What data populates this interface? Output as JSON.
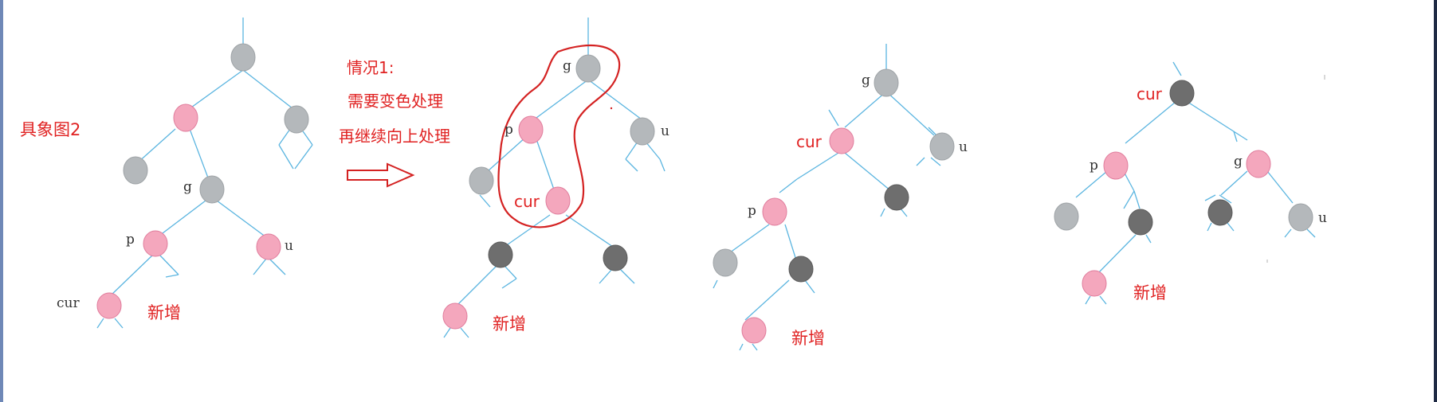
{
  "colors": {
    "line": "#5bb5e0",
    "red_node": "#f4a7bd",
    "red_node_stroke": "#e07c9c",
    "black_node": "#6e6e6e",
    "gray_node": "#b4b8bb",
    "annotation": "#e02222",
    "label": "#333333"
  },
  "texts": {
    "diagram_title": "具象图2",
    "case_title": "情况1:",
    "case_line1": "需要变色处理",
    "case_line2": "再继续向上处理",
    "new_1": "新增",
    "new_2": "新增",
    "new_3": "新增",
    "new_4": "新增"
  },
  "labels": {
    "t1_g": "g",
    "t1_p": "p",
    "t1_u": "u",
    "t1_cur": "cur",
    "t2_g": "g",
    "t2_p": "p",
    "t2_u": "u",
    "t2_cur": "cur",
    "t3_g": "g",
    "t3_cur": "cur",
    "t3_u": "u",
    "t3_p": "p",
    "t4_cur": "cur",
    "t4_p": "p",
    "t4_g": "g",
    "t4_u": "u"
  }
}
